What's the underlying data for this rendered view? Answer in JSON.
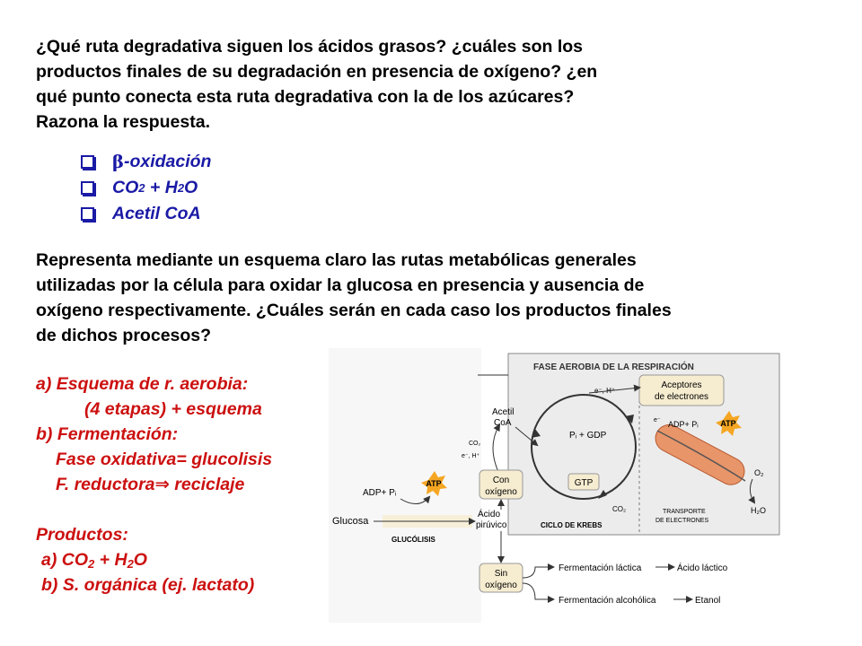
{
  "question1": [
    "¿Qué ruta degradativa siguen los ácidos grasos? ¿cuáles son los",
    "productos finales de su degradación en presencia de oxígeno? ¿en",
    "qué punto conecta esta ruta degradativa  con la de los azúcares?",
    "Razona la respuesta."
  ],
  "answers1": {
    "beta_symbol": "β",
    "beta_text": "-oxidación",
    "co2": "CO",
    "h2o": "H",
    "water_o": "O",
    "acetil": "Acetil CoA",
    "sub2": "2",
    "plus": " + "
  },
  "question2": [
    "Representa mediante un esquema claro las rutas metabólicas generales",
    "utilizadas por la célula para oxidar la glucosa en presencia y ausencia de",
    "oxígeno respectivamente. ¿Cuáles serán en cada caso los productos finales",
    "de dichos procesos?"
  ],
  "answers2": {
    "a": "a) Esquema de r. aerobia:",
    "a2": "(4 etapas) + esquema",
    "b": "b) Fermentación:",
    "b1": "Fase oxidativa= glucolisis",
    "b2_pre": "F. reductora",
    "arrow": "⇒",
    "b2_post": " reciclaje",
    "prod": "Productos:",
    "pa_pre": "a) CO",
    "pa_mid": " + H",
    "pa_post": "O",
    "pb": "b) S. orgánica (ej. lactato)"
  },
  "diagram": {
    "title": "FASE AEROBIA DE LA RESPIRACIÓN",
    "aceptores1": "Aceptores",
    "aceptores2": "de electrones",
    "acetil1": "Acetil",
    "acetil2": "CoA",
    "eh": "e⁻, H⁺",
    "co2": "CO₂",
    "pi_gdp": "Pᵢ + GDP",
    "gtp": "GTP",
    "krebs": "CICLO DE KREBS",
    "con1": "Con",
    "con2": "oxígeno",
    "atp": "ATP",
    "adp_pi": "ADP+ Pᵢ",
    "glucosa": "Glucosa",
    "glucolisis": "GLUCÓLISIS",
    "acido1": "Ácido",
    "acido2": "pirúvico",
    "sin1": "Sin",
    "sin2": "oxígeno",
    "ferm_lac": "Fermentación láctica",
    "acido_lac": "Ácido láctico",
    "ferm_alc": "Fermentación alcohólica",
    "etanol": "Etanol",
    "transporte1": "TRANSPORTE",
    "transporte2": "DE ELECTRONES",
    "o2": "O₂",
    "h2o": "H₂O",
    "e_minus": "e⁻",
    "colors": {
      "panel": "#e8e8e8",
      "box": "#f6ecd0",
      "star": "#f5a623",
      "mito": "#e8956a"
    }
  }
}
